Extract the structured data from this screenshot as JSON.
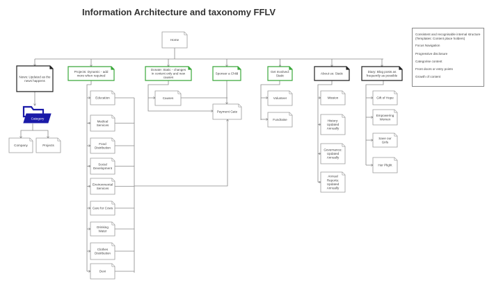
{
  "title": "Information Architecture and taxonomy FFLV",
  "root": {
    "label": "Home"
  },
  "sections": [
    {
      "id": "news",
      "label": "News: Updated as the news happens",
      "style": "black",
      "category": {
        "label": "Category",
        "icon": "folder-icon"
      },
      "children": [
        "Company",
        "Projects"
      ]
    },
    {
      "id": "projects",
      "label": "Projects: Dynamic - add more when required",
      "style": "green",
      "children": [
        "Education",
        "Medical Services",
        "Food Distribution",
        "Social Development",
        "Environmental Services",
        "Care for Cows",
        "Drinking Water",
        "Clothes Distribution",
        "Devi"
      ]
    },
    {
      "id": "donate",
      "label": "Donate: Static - changes in content only and new causes",
      "style": "green",
      "children": [
        "Causes"
      ]
    },
    {
      "id": "sponsor",
      "label": "Sponsor a Child",
      "style": "green",
      "children": []
    },
    {
      "id": "involved",
      "label": "Get Involved: Static",
      "style": "green",
      "children": [
        "Volunteer",
        "Fundraise"
      ]
    },
    {
      "id": "about",
      "label": "About us: Static",
      "style": "black",
      "children": [
        "Mission",
        "History: Updated Annually",
        "Governance: Updated Annually",
        "Annual Reports: Updated Annually"
      ]
    },
    {
      "id": "diary",
      "label": "Diary: Blog posts as frequently as possible",
      "style": "black",
      "children": [
        "Gift of Hope",
        "Empowering Women",
        "Save our Girls",
        "Her Plight"
      ]
    }
  ],
  "payment": {
    "label": "Payment Gate"
  },
  "notes": [
    "Consistent and recognisable internal structure (Templates: Content place holders)",
    "Focus Navigation",
    "Progressive disclosure",
    "Categorise content",
    "Front doors or entry points",
    "Growth of content"
  ],
  "colors": {
    "green": "#3aa83a",
    "black": "#222222",
    "folder": "#1a1aa8",
    "line": "#888888",
    "box": "#999999"
  }
}
